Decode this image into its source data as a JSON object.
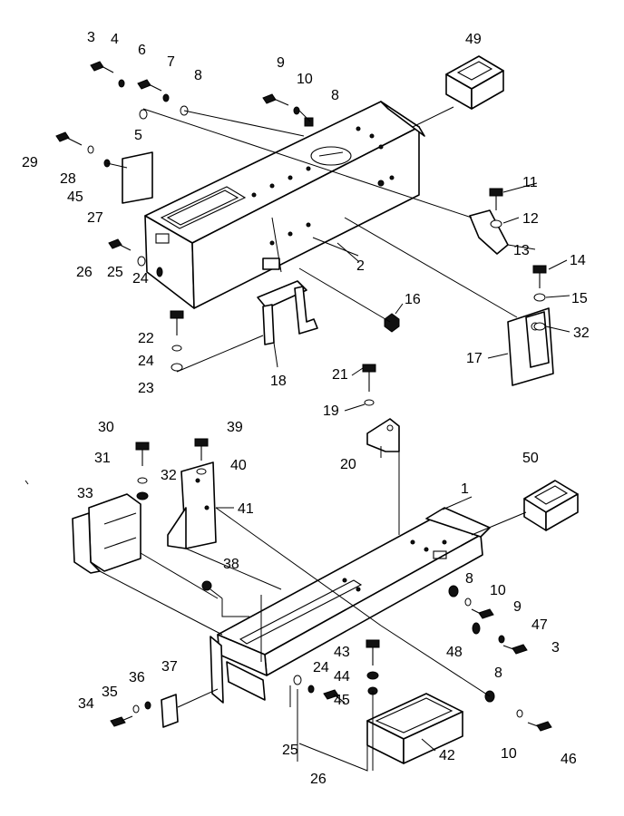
{
  "diagram": {
    "labels": [
      "1",
      "2",
      "3",
      "4",
      "5",
      "6",
      "7",
      "8",
      "9",
      "10",
      "11",
      "12",
      "13",
      "14",
      "15",
      "16",
      "17",
      "18",
      "19",
      "20",
      "21",
      "22",
      "23",
      "24",
      "25",
      "26",
      "27",
      "28",
      "29",
      "30",
      "31",
      "32",
      "33",
      "34",
      "35",
      "36",
      "37",
      "38",
      "39",
      "40",
      "41",
      "42",
      "43",
      "44",
      "45",
      "46",
      "47",
      "48",
      "49",
      "50"
    ],
    "repeated_labels": [
      "3",
      "8",
      "8",
      "9",
      "10",
      "10",
      "24",
      "24",
      "25",
      "26",
      "32"
    ]
  }
}
